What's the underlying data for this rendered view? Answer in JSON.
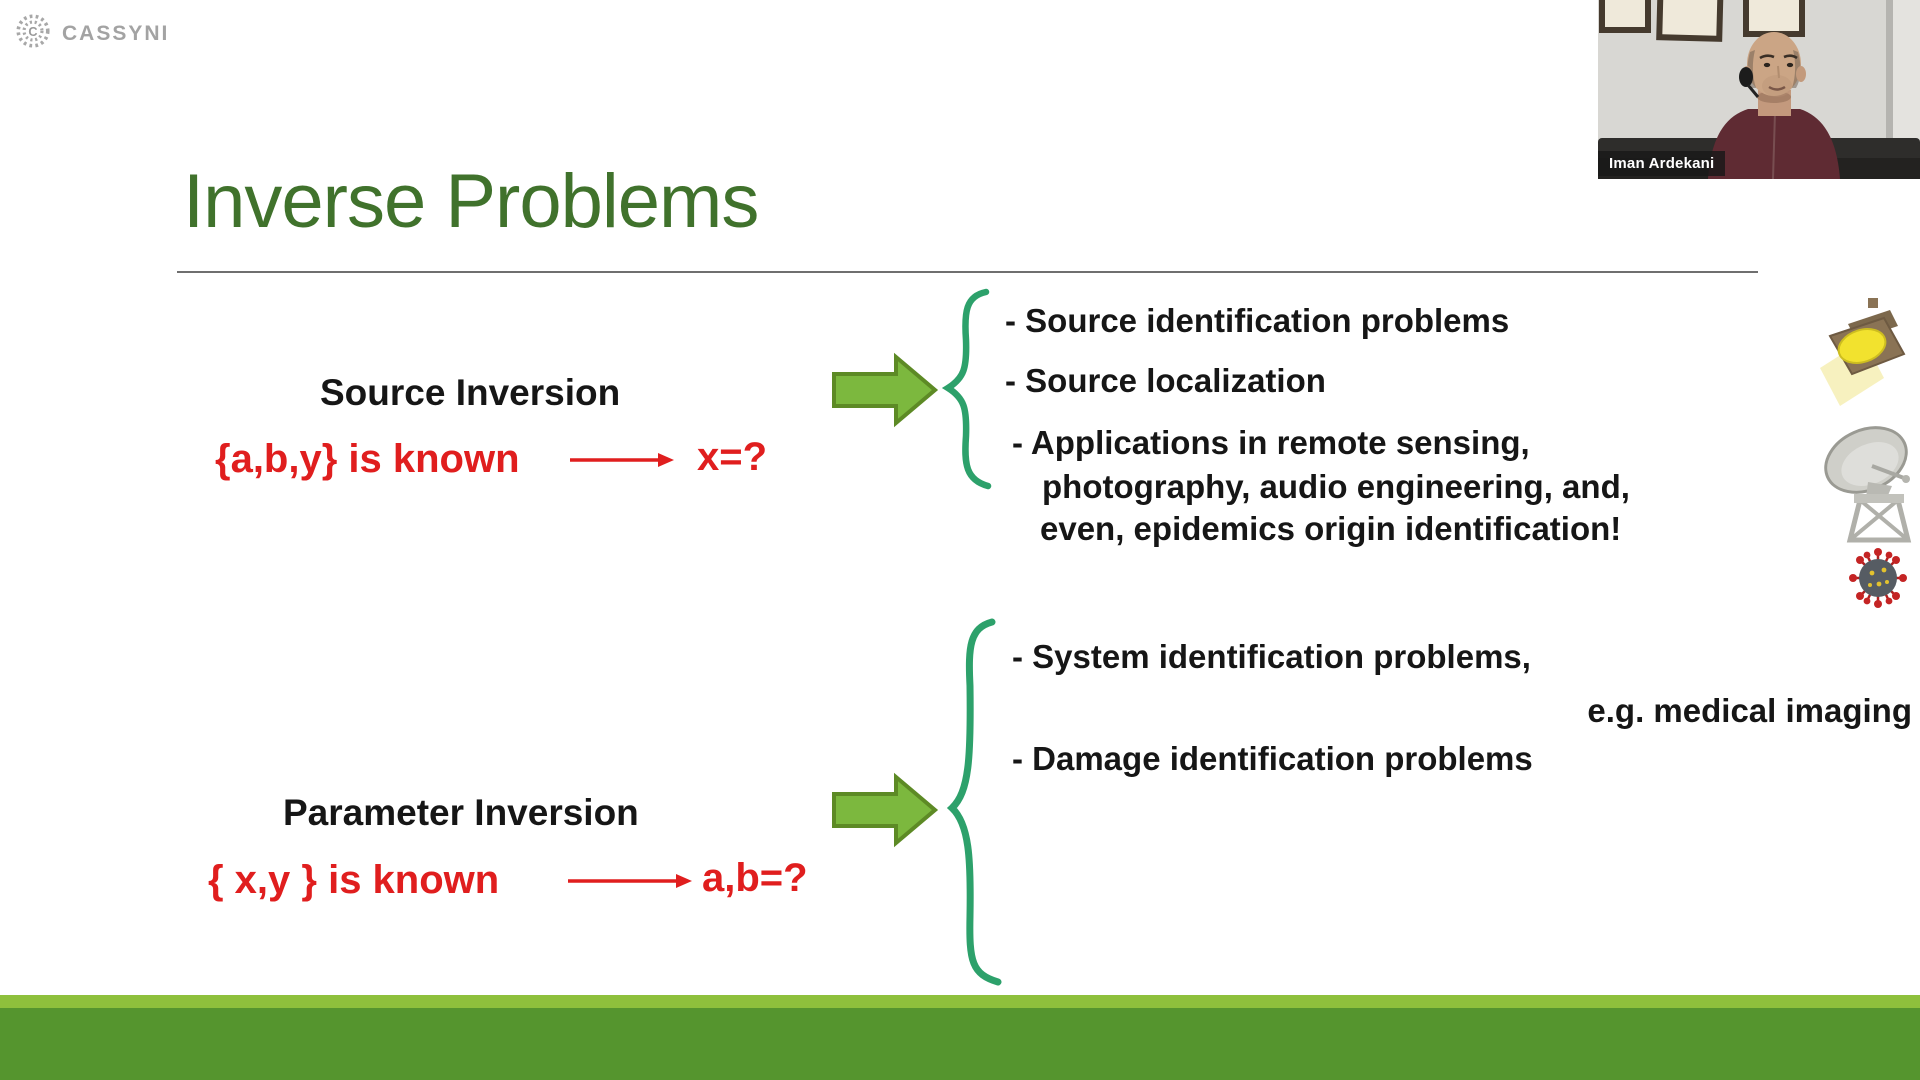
{
  "brand": {
    "logo_text": "CASSYNI",
    "logo_mark": "cassyni-dotted-c-icon"
  },
  "webcam": {
    "name_label": "Iman Ardekani"
  },
  "slide": {
    "title": "Inverse Problems",
    "source_inversion": {
      "heading": "Source Inversion",
      "known": "{a,b,y} is known",
      "unknown": "x=?",
      "lines": [
        "- Source identification problems",
        "- Source localization",
        "- Applications in remote sensing,",
        "photography, audio engineering, and,",
        "even, epidemics origin identification!"
      ]
    },
    "parameter_inversion": {
      "heading": "Parameter Inversion",
      "known": "{ x,y } is known",
      "unknown": "a,b=?",
      "lines": [
        "- System identification problems,",
        "e.g. medical imaging",
        "- Damage identification problems"
      ]
    },
    "icons": {
      "right_column": [
        "spotlight-icon",
        "satellite-dish-icon",
        "virus-icon"
      ],
      "connectors": [
        "green-block-arrow-icon",
        "curly-brace-icon",
        "red-arrow-icon"
      ]
    },
    "colors": {
      "title_green": "#40722c",
      "arrow_fill": "#7cb83e",
      "arrow_border": "#5d8a25",
      "brace_green": "#2da16b",
      "formula_red": "#e01e1e",
      "footer_light": "#8ec03c",
      "footer_dark": "#55952e"
    }
  }
}
